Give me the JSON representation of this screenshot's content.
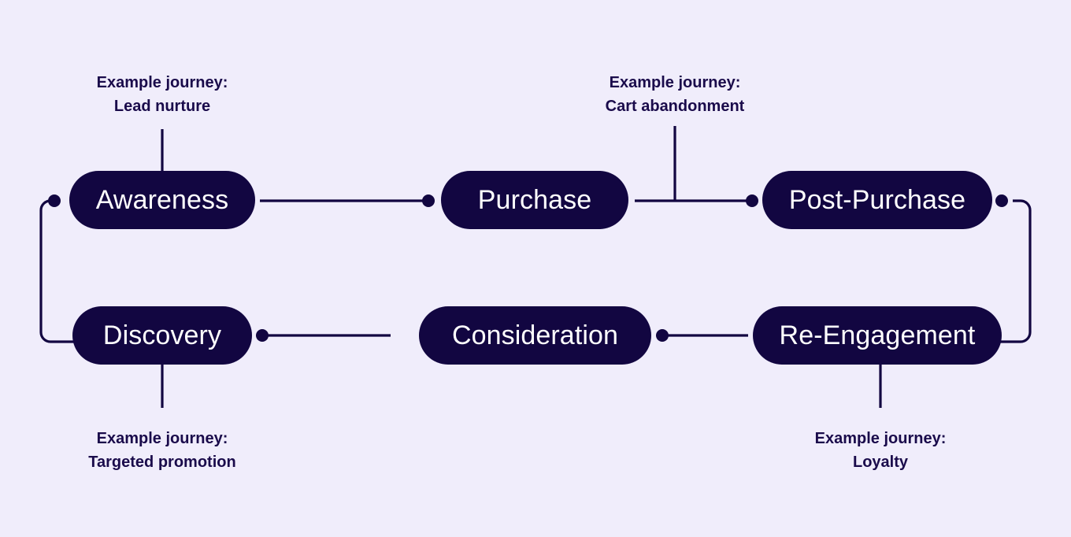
{
  "diagram": {
    "type": "cyclical-flow",
    "background_color": "#F0EDFB",
    "node_fill_color": "#120641",
    "node_text_color": "#FFFFFF",
    "connector_color": "#120641",
    "annotation_text_color": "#1A0B4B",
    "nodes": [
      {
        "id": "awareness",
        "label": "Awareness",
        "row": "top",
        "column": 1
      },
      {
        "id": "purchase",
        "label": "Purchase",
        "row": "top",
        "column": 2
      },
      {
        "id": "post-purchase",
        "label": "Post-Purchase",
        "row": "top",
        "column": 3
      },
      {
        "id": "discovery",
        "label": "Discovery",
        "row": "bottom",
        "column": 1
      },
      {
        "id": "consideration",
        "label": "Consideration",
        "row": "bottom",
        "column": 2
      },
      {
        "id": "re-engagement",
        "label": "Re-Engagement",
        "row": "bottom",
        "column": 3
      }
    ],
    "flow_order": [
      "awareness",
      "purchase",
      "post-purchase",
      "re-engagement",
      "consideration",
      "discovery",
      "awareness"
    ],
    "annotations": [
      {
        "id": "lead-nurture",
        "prefix": "Example journey:",
        "value": "Lead nurture",
        "attached_to": "awareness",
        "position": "above"
      },
      {
        "id": "cart-abandonment",
        "prefix": "Example journey:",
        "value": "Cart abandonment",
        "attached_to": "purchase-to-post-purchase",
        "position": "above"
      },
      {
        "id": "targeted-promotion",
        "prefix": "Example journey:",
        "value": "Targeted promotion",
        "attached_to": "discovery",
        "position": "below"
      },
      {
        "id": "loyalty",
        "prefix": "Example journey:",
        "value": "Loyalty",
        "attached_to": "re-engagement",
        "position": "below"
      }
    ]
  }
}
